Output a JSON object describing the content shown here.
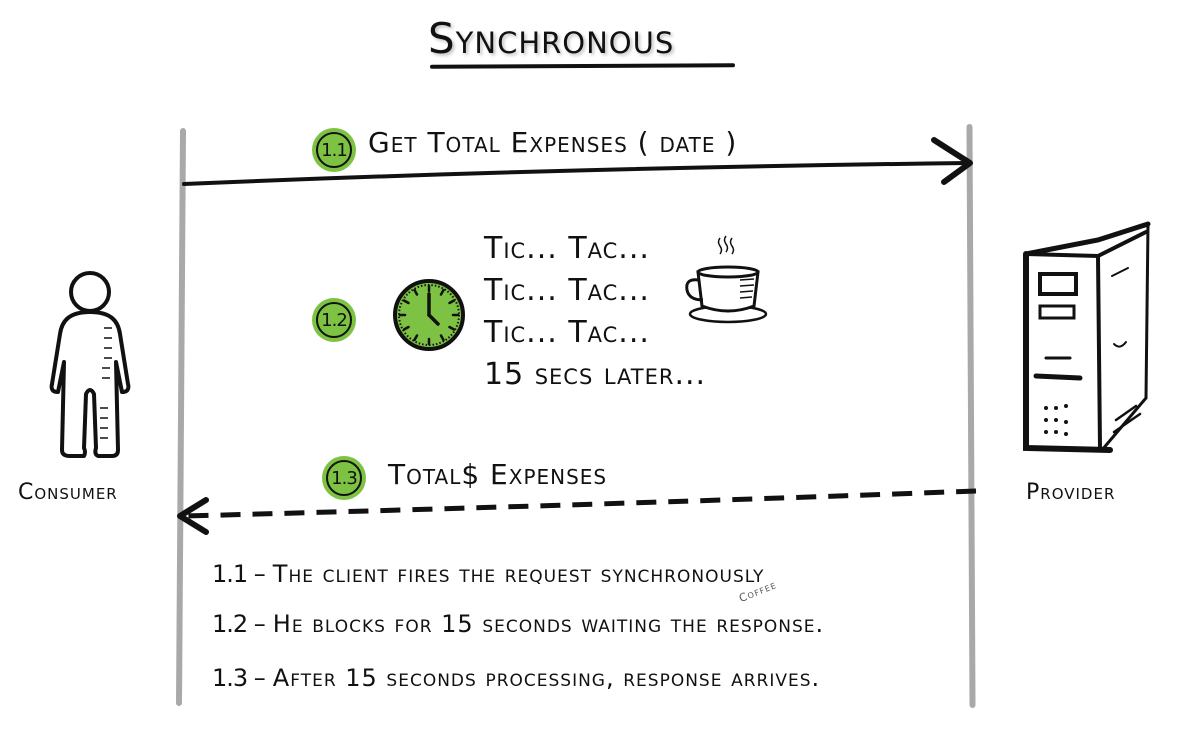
{
  "title": "Synchronous",
  "actors": {
    "consumer": {
      "label": "Consumer",
      "icon": "person-icon"
    },
    "provider": {
      "label": "Provider",
      "icon": "server-tower-icon"
    }
  },
  "colors": {
    "badge_green": "#7dc242",
    "lifeline_gray": "#a9a9a9",
    "ink": "#111111"
  },
  "messages": [
    {
      "step": "1.1",
      "label": "Get Total Expenses ( date )",
      "direction": "consumer-to-provider",
      "style": "solid"
    },
    {
      "step": "1.3",
      "label": "Total$ Expenses",
      "direction": "provider-to-consumer",
      "style": "dashed"
    }
  ],
  "waiting": {
    "step": "1.2",
    "icons": [
      "clock-icon",
      "coffee-cup-icon"
    ],
    "lines": [
      "Tic... Tac...",
      "Tic... Tac...",
      "Tic... Tac...",
      "15 secs later..."
    ]
  },
  "notes": [
    {
      "num": "1.1 –",
      "text": "The client fires the request synchronously"
    },
    {
      "num": "1.2 –",
      "text": "He blocks for 15 seconds waiting the response."
    },
    {
      "num": "1.3 –",
      "text": "After 15 seconds processing, response arrives."
    }
  ],
  "annotations": {
    "coffee": "Coffee"
  }
}
